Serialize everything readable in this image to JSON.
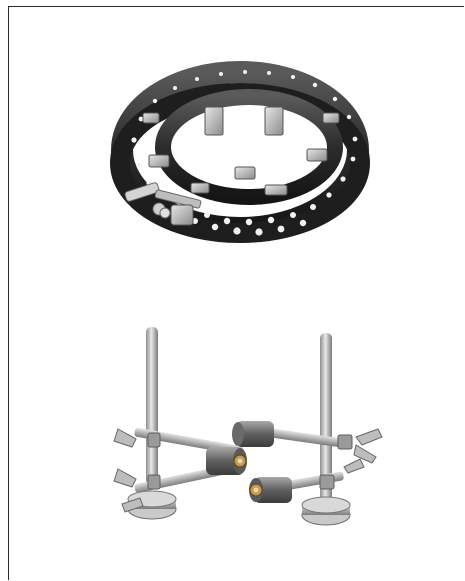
{
  "page": {
    "background": "#ffffff",
    "border_color": "#2a2a2a"
  },
  "images": [
    {
      "name": "pipe-clamp-chain-belt",
      "description_icon": "perforated-steel-belt-with-clamp-blocks",
      "colors": {
        "steel": "#3a3a3a",
        "highlight": "#cfcfcf",
        "edge": "#151515"
      }
    },
    {
      "name": "alignment-clamp-pair",
      "description_icon": "two-magnetic-base-pipe-stands",
      "colors": {
        "steel": "#b8b8b8",
        "dark": "#6c6c6c",
        "brass": "#b8862a"
      }
    }
  ]
}
